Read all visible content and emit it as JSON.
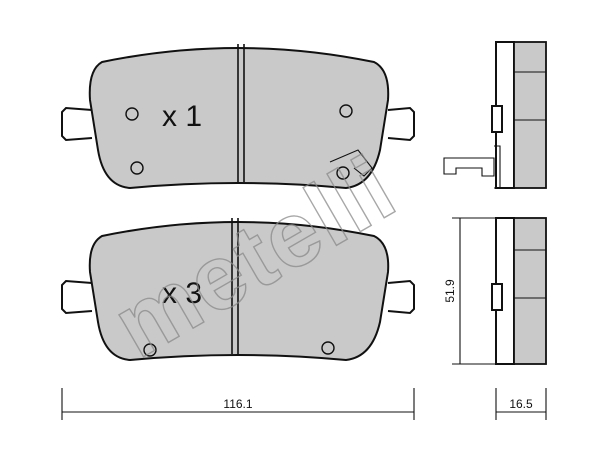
{
  "watermark": "metelli",
  "quantities": {
    "top_pad": "x 1",
    "bottom_pad": "x 3"
  },
  "dimensions": {
    "width": "116.1",
    "height": "51.9",
    "thickness": "16.5"
  },
  "colors": {
    "pad_fill": "#c9c9c9",
    "line": "#111111",
    "watermark": "#8a8a8a"
  }
}
